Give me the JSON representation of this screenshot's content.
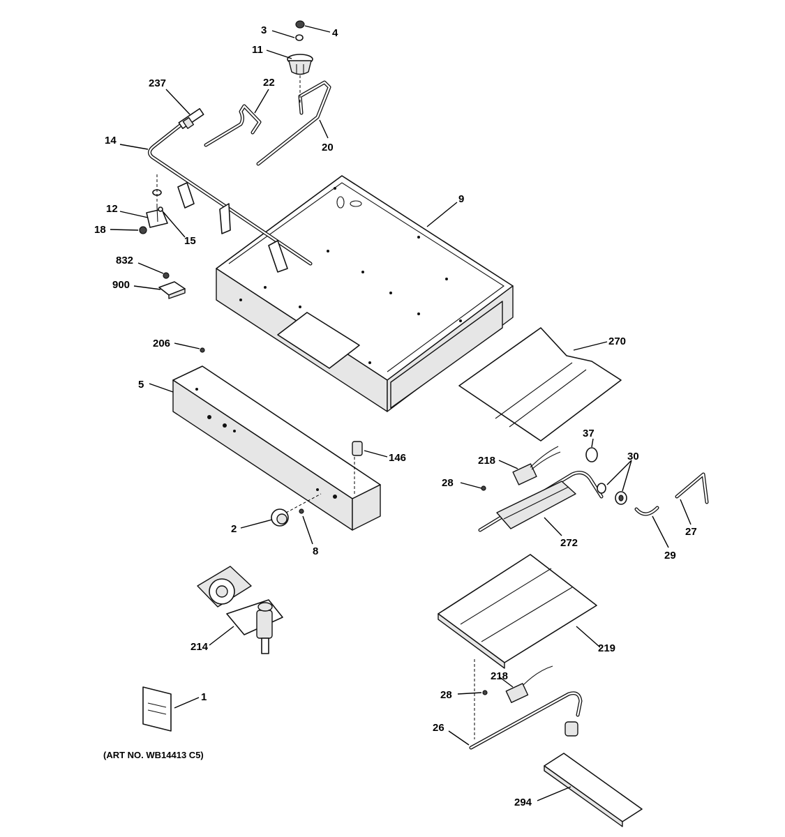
{
  "labels": {
    "p3": "3",
    "p4": "4",
    "p11": "11",
    "p237": "237",
    "p22": "22",
    "p20": "20",
    "p14": "14",
    "p9": "9",
    "p12": "12",
    "p18": "18",
    "p15": "15",
    "p832": "832",
    "p900": "900",
    "p206": "206",
    "p5": "5",
    "p270": "270",
    "p37": "37",
    "p146": "146",
    "p218a": "218",
    "p30": "30",
    "p28a": "28",
    "p2": "2",
    "p8": "8",
    "p272": "272",
    "p29": "29",
    "p27": "27",
    "p214": "214",
    "p219": "219",
    "p218b": "218",
    "p28b": "28",
    "p1": "1",
    "p26": "26",
    "p294": "294"
  },
  "art_number": "(ART NO. WB14413 C5)"
}
